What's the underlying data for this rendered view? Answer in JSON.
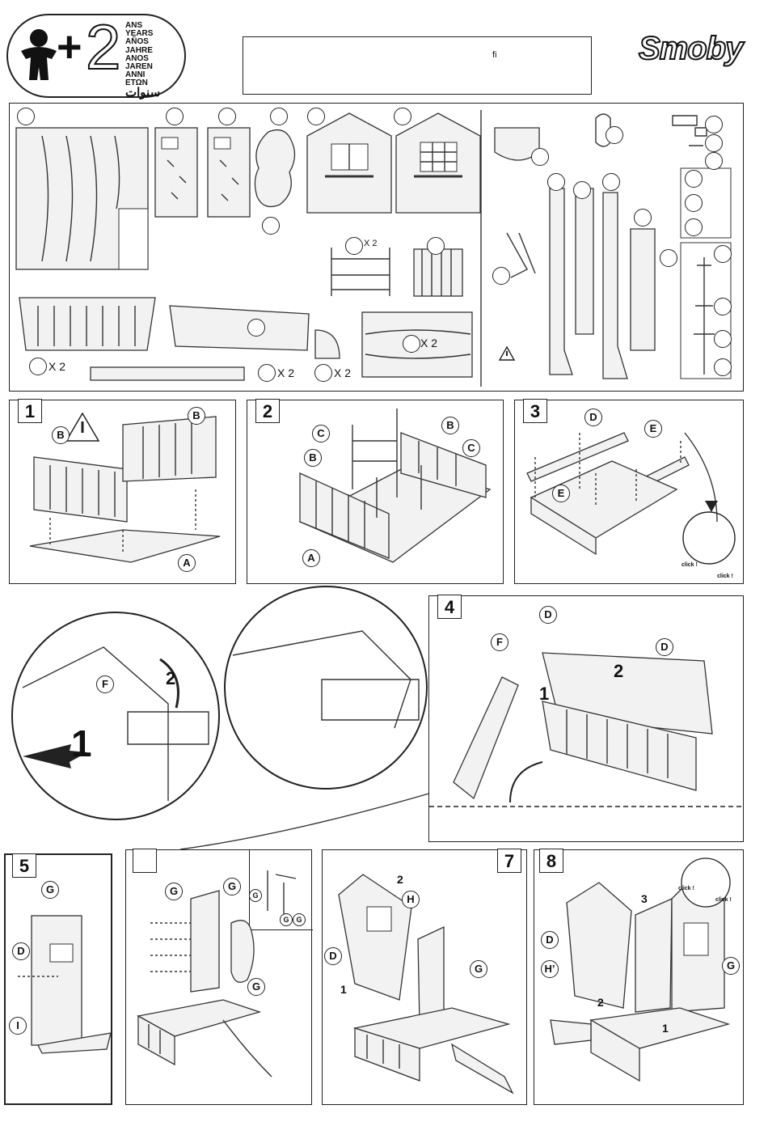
{
  "header": {
    "age_plus": "+",
    "age_number": "2",
    "age_words": [
      "ANS",
      "YEARS",
      "AÑOS",
      "JAHRE",
      "ANOS",
      "JAREN",
      "ANNI",
      "ΕΤΩΝ",
      "سنوات"
    ],
    "title_box_glyph": "ﬁ",
    "brand": "Smoby"
  },
  "parts": {
    "multiplier": "X 2"
  },
  "steps": [
    {
      "number": "1",
      "labels": [
        "B",
        "B",
        "A"
      ]
    },
    {
      "number": "2",
      "labels": [
        "C",
        "C",
        "B",
        "B",
        "A"
      ]
    },
    {
      "number": "3",
      "labels": [
        "D",
        "E",
        "E"
      ],
      "click": "click !"
    },
    {
      "number": "4",
      "labels": [
        "D",
        "D",
        "F"
      ],
      "arrows": [
        "1",
        "2"
      ]
    },
    {
      "number": "5",
      "labels": [
        "G",
        "D",
        "I"
      ]
    },
    {
      "number": "",
      "labels": [
        "G",
        "G",
        "G",
        "G",
        "G",
        "G"
      ]
    },
    {
      "number": "7",
      "labels": [
        "H",
        "D",
        "G"
      ],
      "arrows": [
        "1",
        "2"
      ]
    },
    {
      "number": "8",
      "labels": [
        "D",
        "H’",
        "G"
      ],
      "arrows": [
        "1",
        "2",
        "3"
      ],
      "click": "click !"
    }
  ],
  "detail": {
    "labels": [
      "F"
    ],
    "arrows": [
      "1",
      "2"
    ]
  }
}
